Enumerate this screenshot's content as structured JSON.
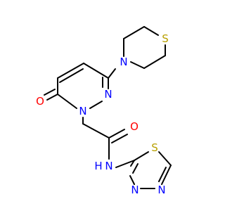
{
  "molecule": {
    "atoms": {
      "O_ketone": {
        "symbol": "O",
        "color": "#ff0000"
      },
      "N1": {
        "symbol": "N",
        "color": "#0000ff"
      },
      "N2": {
        "symbol": "N",
        "color": "#0000ff"
      },
      "N_thiomorpholine": {
        "symbol": "N",
        "color": "#0000ff"
      },
      "S_thiomorpholine": {
        "symbol": "S",
        "color": "#b8a000"
      },
      "O_amide": {
        "symbol": "O",
        "color": "#ff0000"
      },
      "N_amide": {
        "symbol": "N",
        "color": "#0000ff"
      },
      "H_amide": {
        "symbol": "H",
        "color": "#0000ff"
      },
      "S_thiadiazole": {
        "symbol": "S",
        "color": "#b8a000"
      },
      "N_thiadiazole_a": {
        "symbol": "N",
        "color": "#0000ff"
      },
      "N_thiadiazole_b": {
        "symbol": "N",
        "color": "#0000ff"
      }
    },
    "bond_color": "#000000"
  }
}
